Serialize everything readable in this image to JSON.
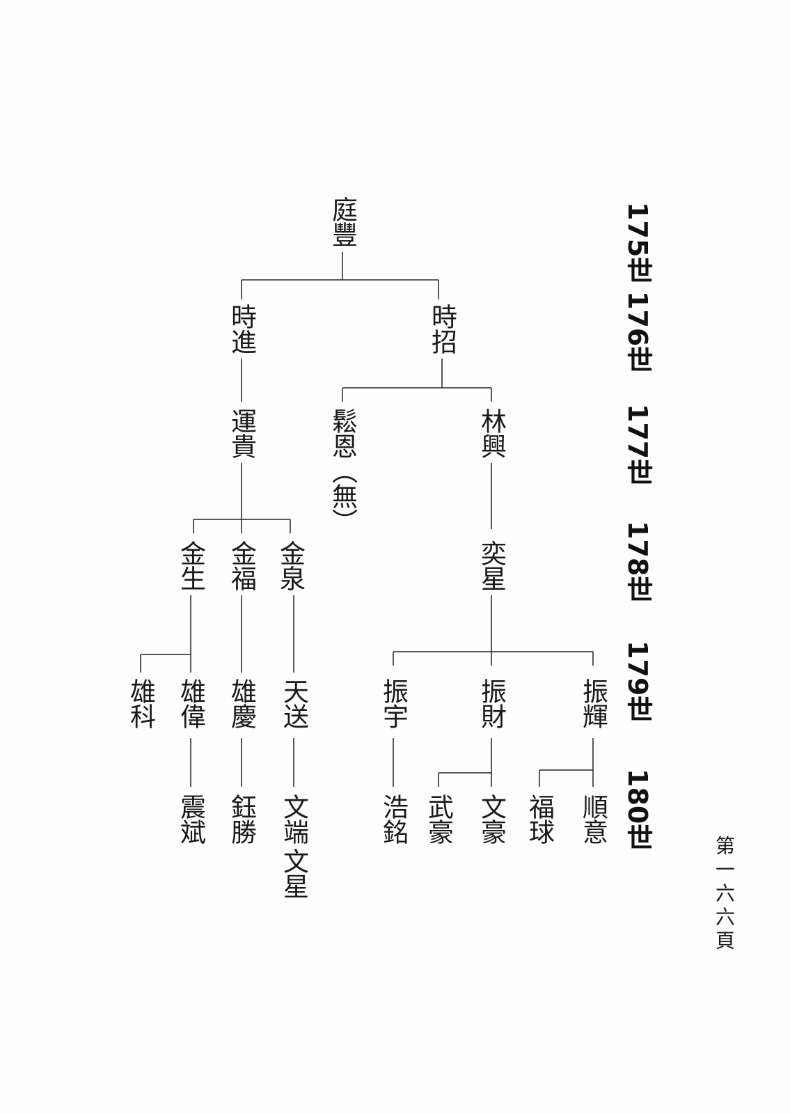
{
  "generations": [
    "175世",
    "176世",
    "177世",
    "178世",
    "179世",
    "180世"
  ],
  "page_number": "第一六六頁",
  "people": {
    "tingfeng": "庭豐",
    "shizhao": "時招",
    "shijin": "時進",
    "linxing": "林興",
    "songen": "鬆恩（無）",
    "yungui": "運貴",
    "yixing": "奕星",
    "jinquan": "金泉",
    "jinfu": "金福",
    "jinsheng": "金生",
    "zhenhui": "振輝",
    "zhencai": "振財",
    "zhenyu": "振宇",
    "tiansong": "天送",
    "xiongqing": "雄慶",
    "xiongwei": "雄偉",
    "xiongke": "雄科",
    "shunyi": "順意",
    "fuqiu": "福球",
    "wenhao": "文豪",
    "wuhao": "武豪",
    "haoming": "浩銘",
    "wenduan": "文端",
    "wenxing": "文星",
    "yusheng": "鈺勝",
    "zhenbin": "震斌"
  }
}
